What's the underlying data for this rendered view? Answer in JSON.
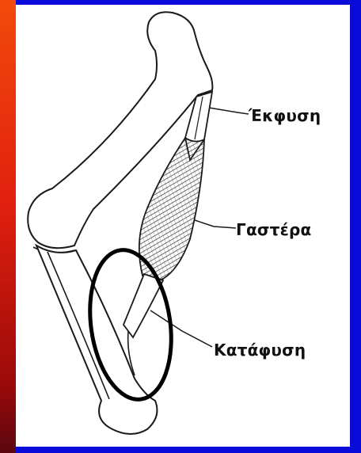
{
  "labels": {
    "origin": "Έκφυση",
    "belly": "Γαστέρα",
    "insertion": "Κατάφυση"
  },
  "colors": {
    "frame": "#0b0bd9",
    "strip_top": "#f24a0c",
    "strip_bottom": "#5b0710",
    "highlight_circle": "#000000"
  }
}
